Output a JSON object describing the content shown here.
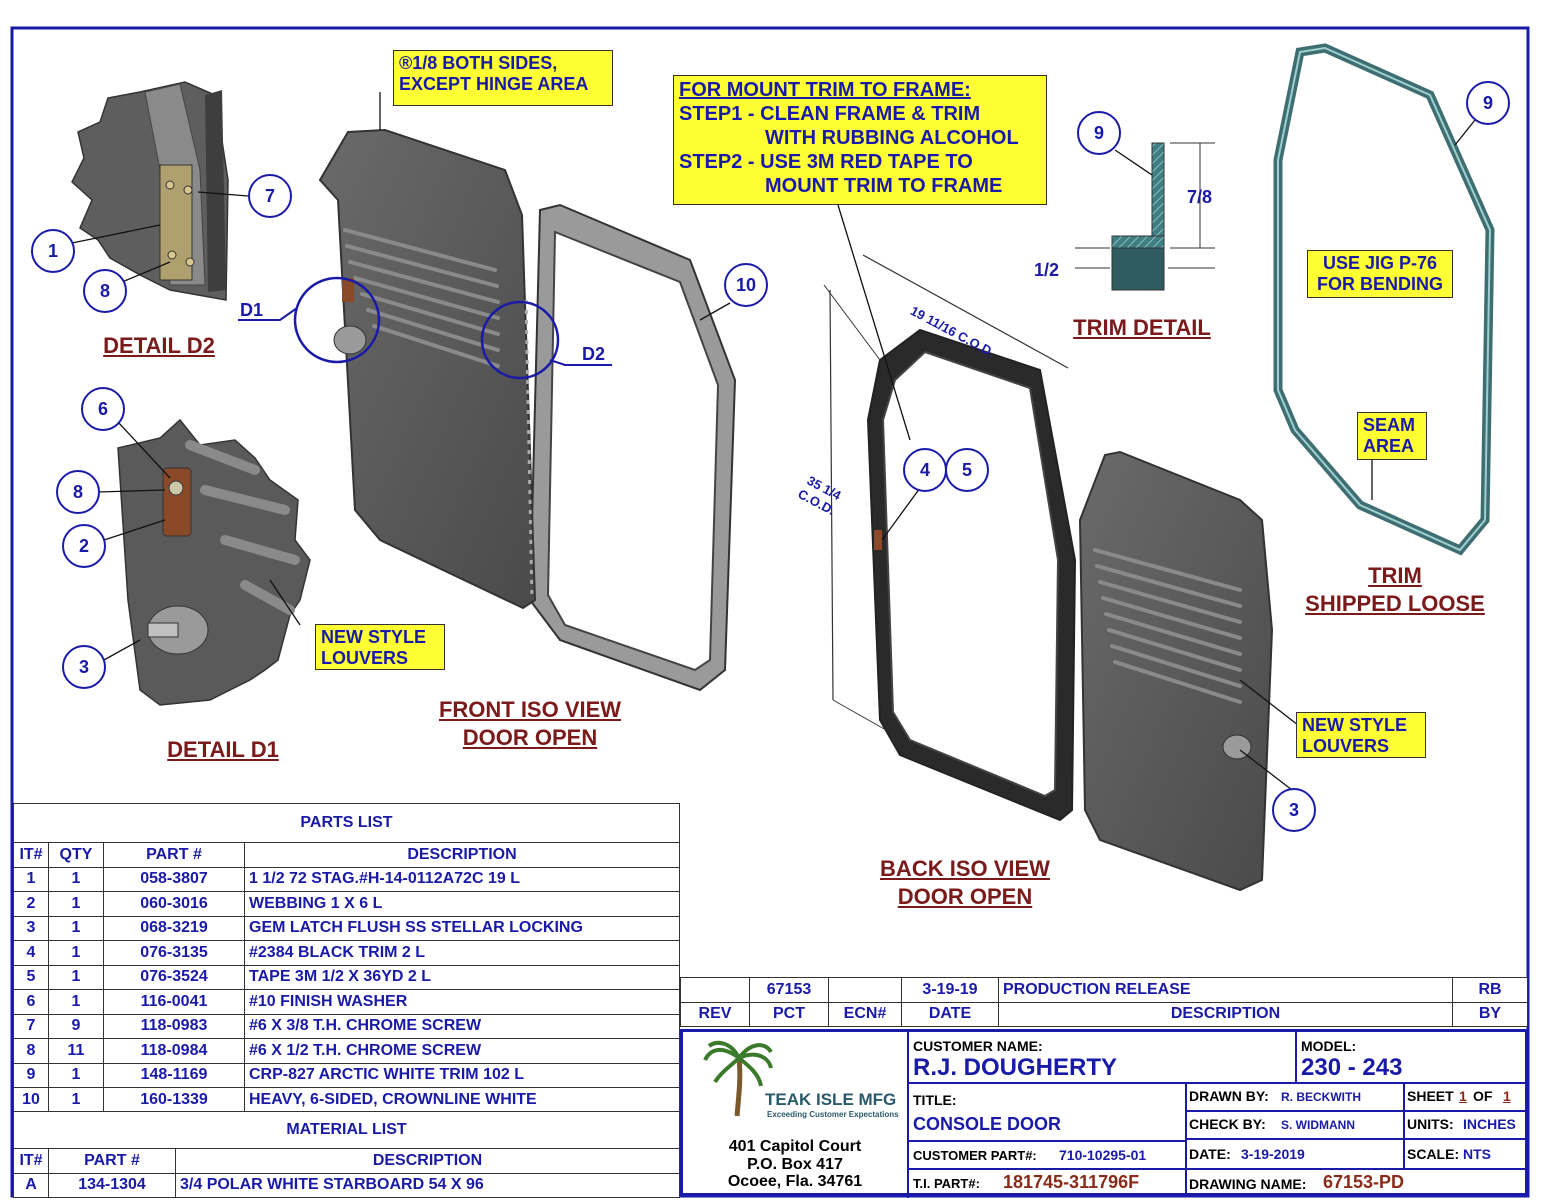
{
  "notes": {
    "radius_note": [
      "®1/8 BOTH SIDES,",
      "EXCEPT HINGE AREA"
    ],
    "mount_trim": [
      "FOR MOUNT TRIM TO FRAME:",
      "STEP1 - CLEAN FRAME & TRIM",
      "WITH RUBBING ALCOHOL",
      "STEP2 - USE 3M RED TAPE TO",
      "MOUNT TRIM TO FRAME"
    ],
    "jig": [
      "USE JIG P-76",
      "FOR BENDING"
    ],
    "seam": [
      "SEAM",
      "AREA"
    ],
    "louvers_d1": [
      "NEW STYLE",
      "LOUVERS"
    ],
    "louvers_back": [
      "NEW STYLE",
      "LOUVERS"
    ]
  },
  "view_titles": {
    "detail_d2": "DETAIL  D2",
    "detail_d1": "DETAIL  D1",
    "front_iso": [
      "FRONT ISO VIEW",
      "DOOR OPEN"
    ],
    "back_iso": [
      "BACK ISO VIEW",
      "DOOR OPEN"
    ],
    "trim_detail": "TRIM DETAIL",
    "trim_loose": [
      "TRIM",
      "SHIPPED LOOSE"
    ]
  },
  "detail_labels": {
    "d1": "D1",
    "d2": "D2"
  },
  "dimensions": {
    "trim_height": "7/8",
    "trim_width": "1/2",
    "width_cod": "19 11/16 C.O.D.",
    "height_cod": [
      "35 1/4",
      "C.O.D."
    ]
  },
  "balloons": {
    "d2_1": "1",
    "d2_7": "7",
    "d2_8": "8",
    "d1_6": "6",
    "d1_8": "8",
    "d1_2": "2",
    "d1_3": "3",
    "front_10": "10",
    "trim_9": "9",
    "loose_9": "9",
    "back_4": "4",
    "back_5": "5",
    "back_3": "3"
  },
  "parts_list": {
    "title": "PARTS LIST",
    "headers": [
      "IT#",
      "QTY",
      "PART #",
      "DESCRIPTION"
    ],
    "rows": [
      [
        "1",
        "1",
        "058-3807",
        "1 1/2 72 STAG.#H-14-0112A72C 19 L"
      ],
      [
        "2",
        "1",
        "060-3016",
        "WEBBING 1 X 6 L"
      ],
      [
        "3",
        "1",
        "068-3219",
        "GEM LATCH FLUSH SS STELLAR LOCKING"
      ],
      [
        "4",
        "1",
        "076-3135",
        "#2384 BLACK TRIM 2 L"
      ],
      [
        "5",
        "1",
        "076-3524",
        "TAPE 3M 1/2 X 36YD 2 L"
      ],
      [
        "6",
        "1",
        "116-0041",
        "#10 FINISH WASHER"
      ],
      [
        "7",
        "9",
        "118-0983",
        "#6 X 3/8 T.H. CHROME SCREW"
      ],
      [
        "8",
        "11",
        "118-0984",
        "#6 X 1/2 T.H. CHROME SCREW"
      ],
      [
        "9",
        "1",
        "148-1169",
        "CRP-827 ARCTIC WHITE TRIM 102 L"
      ],
      [
        "10",
        "1",
        "160-1339",
        "HEAVY, 6-SIDED, CROWNLINE WHITE"
      ]
    ]
  },
  "material_list": {
    "title": "MATERIAL LIST",
    "headers": [
      "IT#",
      "PART #",
      "DESCRIPTION"
    ],
    "rows": [
      [
        "A",
        "134-1304",
        "3/4 POLAR WHITE STARBOARD 54 X 96"
      ]
    ]
  },
  "revision": {
    "row": [
      "",
      "67153",
      "",
      "3-19-19",
      "PRODUCTION RELEASE",
      "RB"
    ],
    "headers": [
      "REV",
      "PCT",
      "ECN#",
      "DATE",
      "DESCRIPTION",
      "BY"
    ]
  },
  "title_block": {
    "logo_name": "TEAK ISLE MFG",
    "logo_tagline": "Exceeding Customer Expectations",
    "address": [
      "401 Capitol Court",
      "P.O. Box 417",
      "Ocoee, Fla. 34761"
    ],
    "customer_name_label": "CUSTOMER NAME:",
    "customer_name": "R.J. DOUGHERTY",
    "model_label": "MODEL:",
    "model": "230 - 243",
    "title_label": "TITLE:",
    "title": "CONSOLE DOOR",
    "drawn_by_label": "DRAWN BY:",
    "drawn_by": "R. BECKWITH",
    "sheet_label": "SHEET",
    "sheet_num": "1",
    "sheet_of": "OF",
    "sheet_total": "1",
    "check_by_label": "CHECK BY:",
    "check_by": "S. WIDMANN",
    "units_label": "UNITS:",
    "units": "INCHES",
    "customer_part_label": "CUSTOMER PART#:",
    "customer_part": "710-10295-01",
    "date_label": "DATE:",
    "date": "3-19-2019",
    "scale_label": "SCALE:",
    "scale": "NTS",
    "ti_part_label": "T.I. PART#:",
    "ti_part": "181745-311796F",
    "drawing_name_label": "DRAWING NAME:",
    "drawing_name": "67153-PD"
  },
  "colors": {
    "border": "#1a1aa8",
    "note_bg": "#ffff33",
    "title_red": "#7a1a1a",
    "part_gray": "#5a5a5a",
    "trim_teal": "#3f6e72"
  }
}
